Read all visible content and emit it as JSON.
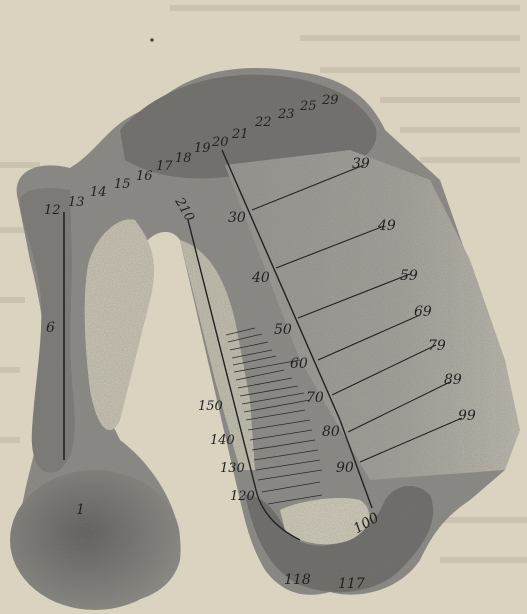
{
  "colors": {
    "paper": "#d9d3c0",
    "shade_dark": "#4a4a4a",
    "shade_mid": "#8c8a84",
    "ink": "#222222"
  },
  "labels": {
    "top_left_numbers": [
      "12",
      "13",
      "14",
      "15",
      "16",
      "17",
      "18",
      "19",
      "20",
      "21",
      "22",
      "23",
      "25",
      "29"
    ],
    "left_column": [
      "6",
      "1"
    ],
    "inner_diagonal": [
      "210",
      "150",
      "140",
      "130",
      "120"
    ],
    "middle_diagonal": [
      "30",
      "40",
      "50",
      "60",
      "70",
      "80",
      "90",
      "100"
    ],
    "right_edge": [
      "39",
      "49",
      "59",
      "69",
      "79",
      "89",
      "99"
    ],
    "bottom": [
      "118",
      "117"
    ]
  }
}
